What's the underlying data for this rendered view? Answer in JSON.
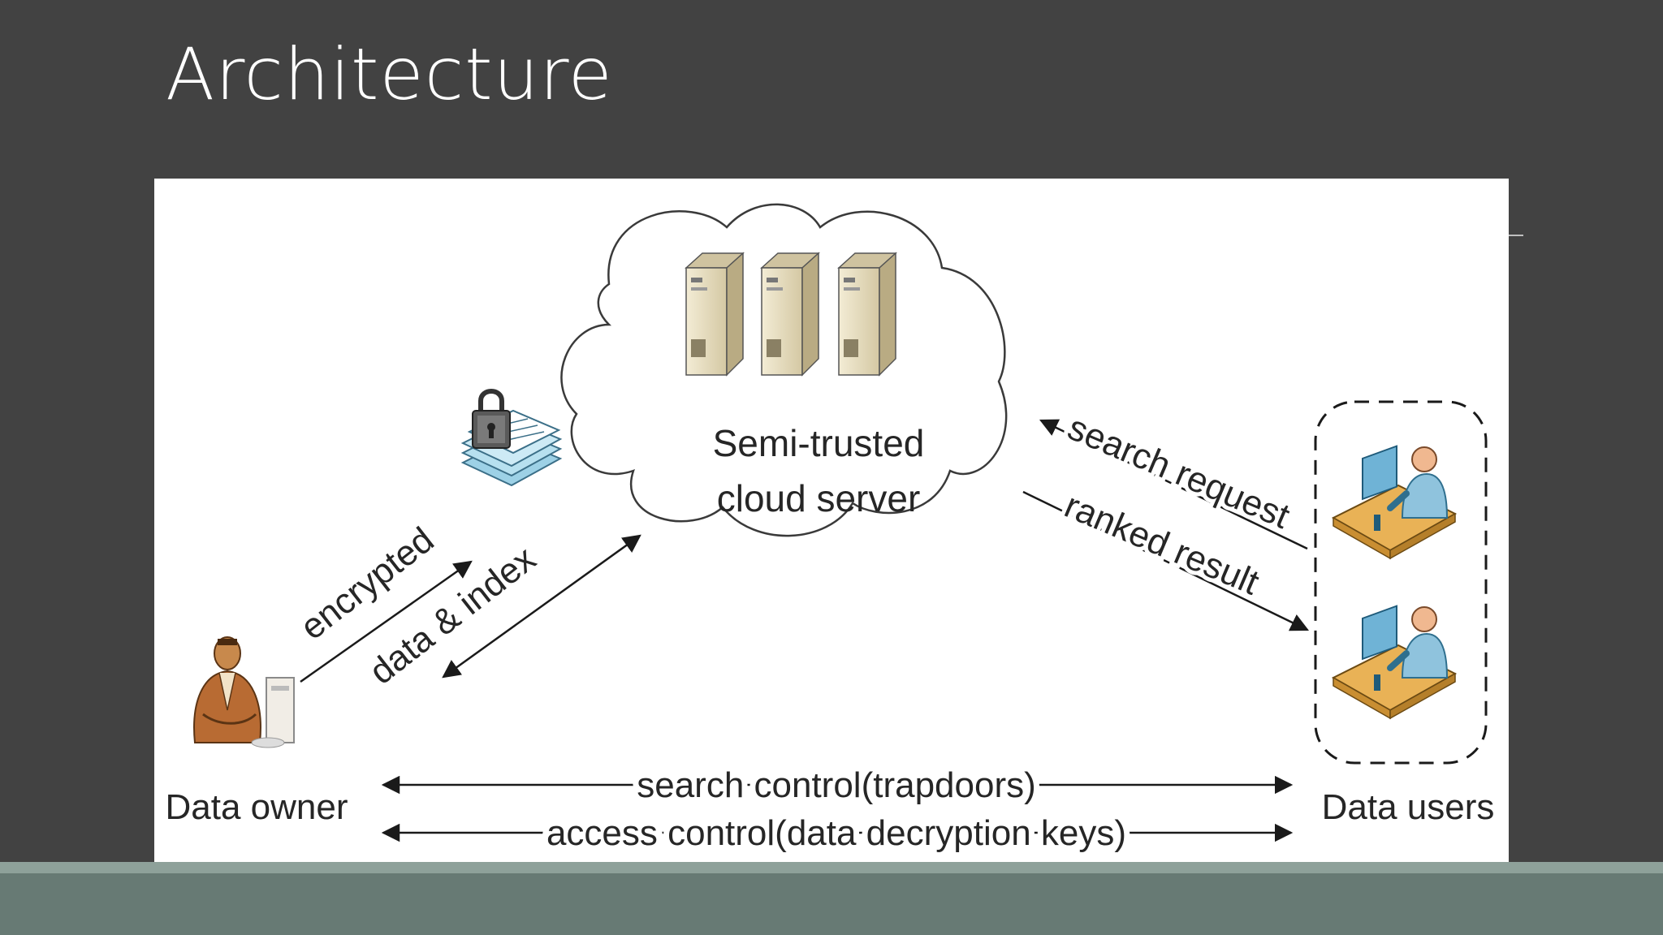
{
  "slide": {
    "title": "Architecture"
  },
  "diagram": {
    "cloud_label_line1": "Semi-trusted",
    "cloud_label_line2": "cloud server",
    "owner_label": "Data owner",
    "users_label": "Data users",
    "upload_label_line1": "encrypted",
    "upload_label_line2": "data & index",
    "search_request_label": "search request",
    "ranked_result_label": "ranked result",
    "search_control_label": "search control(trapdoors)",
    "access_control_label": "access control(data decryption keys)"
  },
  "colors": {
    "background": "#424242",
    "panel": "#ffffff",
    "band": "#677a74",
    "server": "#e6dcc0",
    "user": "#8fc3dd",
    "desk": "#e9b256"
  }
}
